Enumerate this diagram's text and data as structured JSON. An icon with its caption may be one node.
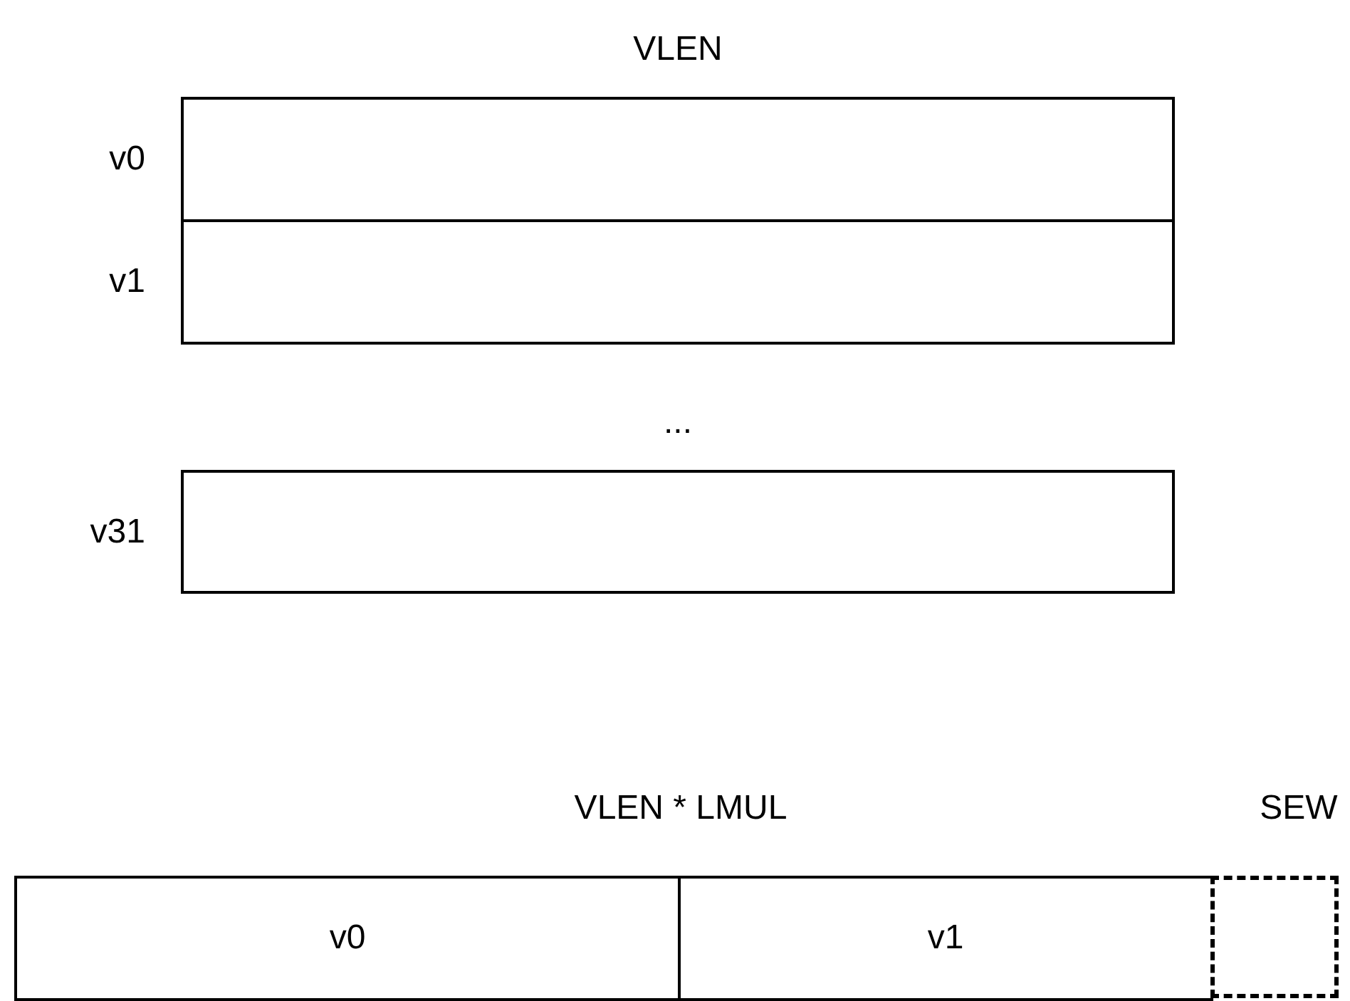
{
  "diagram": {
    "nodes": [
      {
        "text": [
          "v0"
        ]
      },
      {
        "text": [
          "v1"
        ]
      },
      {
        "text": [
          "v31"
        ]
      },
      {
        "text": [
          "v0"
        ]
      },
      {
        "text": [
          "v1"
        ]
      },
      {
        "text": [],
        "shape": "box"
      }
    ],
    "labels": [
      "VLEN",
      "...",
      "VLEN * LMUL",
      "SEW"
    ]
  }
}
